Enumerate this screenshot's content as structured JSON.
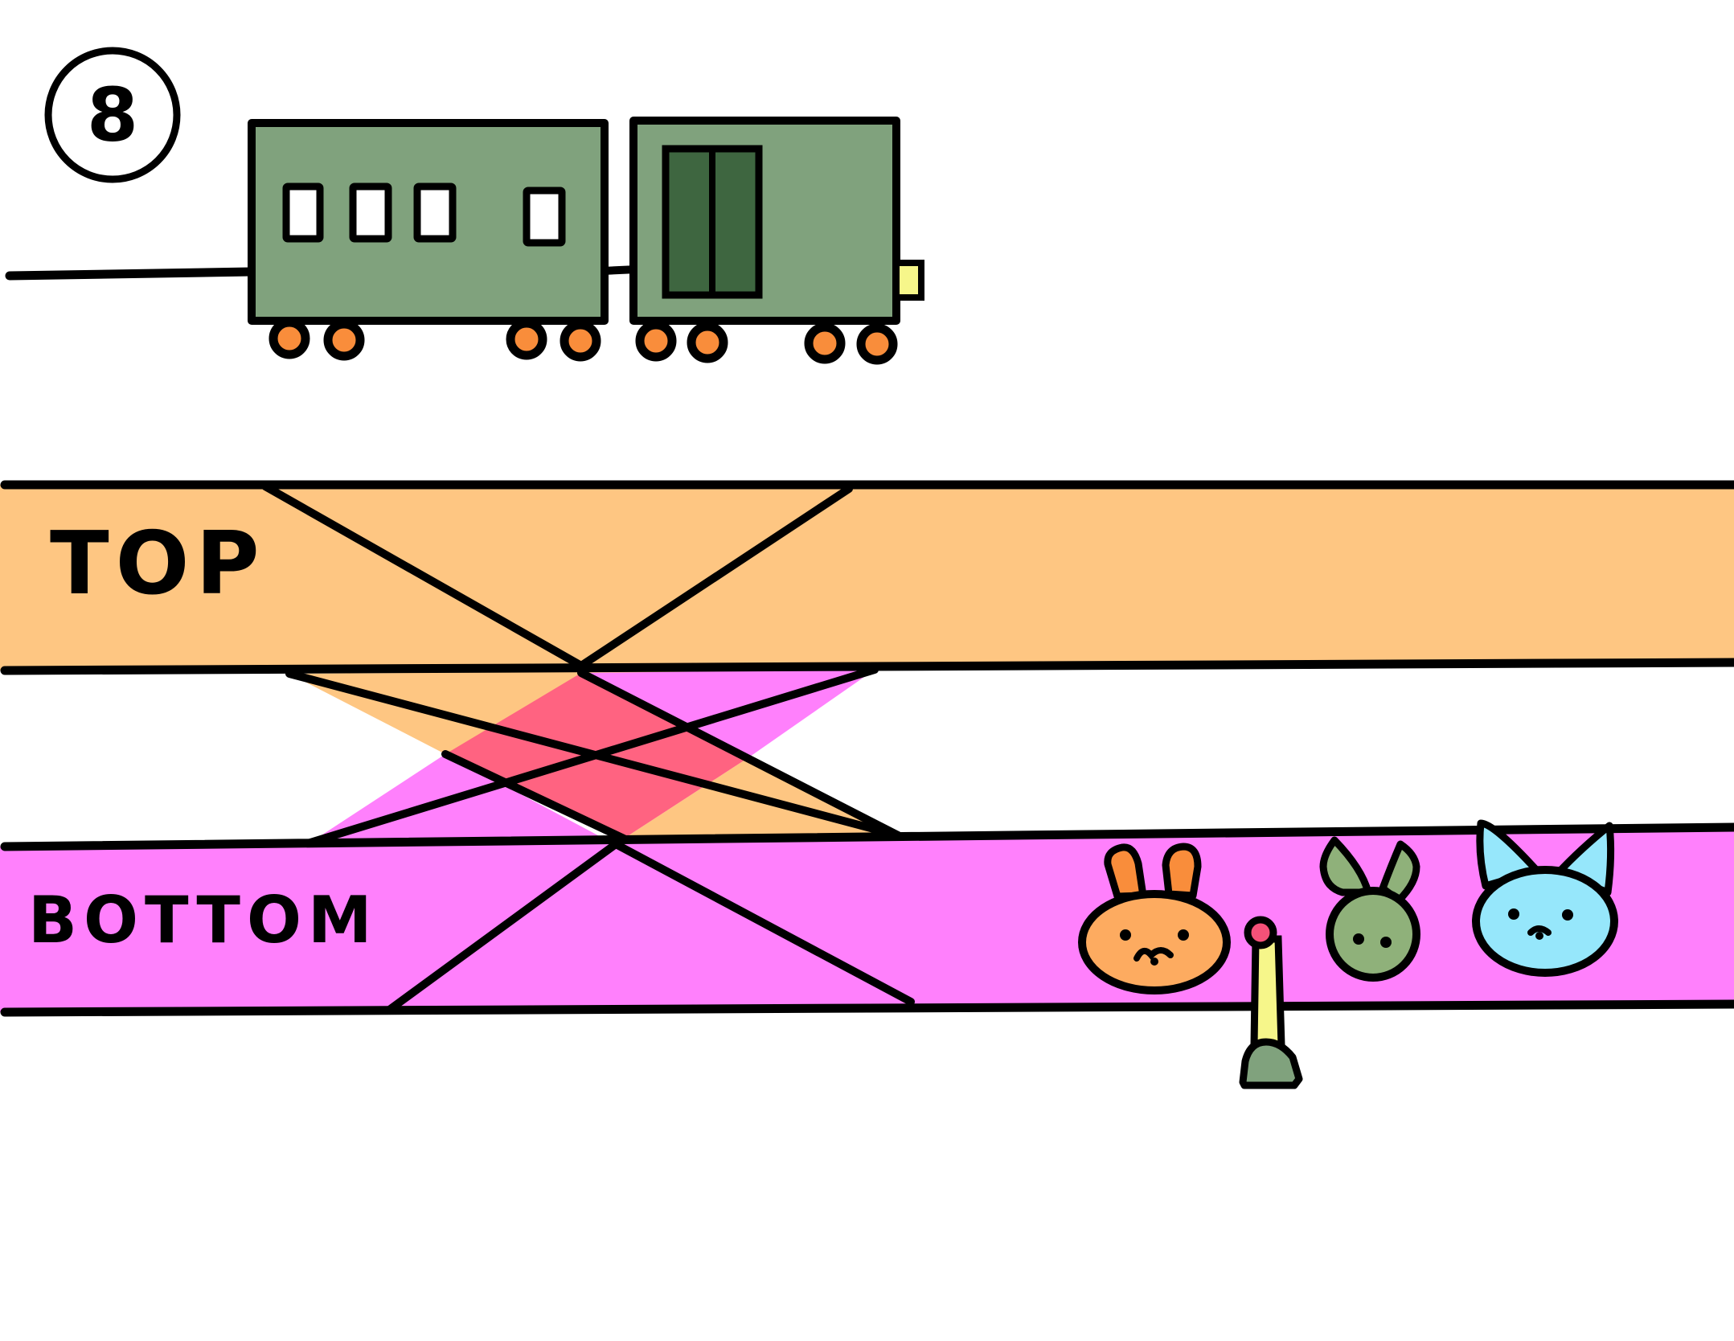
{
  "step_number": "8",
  "labels": {
    "top": "TOP",
    "bottom": "BOTTOM"
  },
  "colors": {
    "outline": "#000000",
    "top_band": "#fec682",
    "bottom_band": "#ff80fc",
    "overlap": "#ff6381",
    "train_body": "#80a27d",
    "train_door": "#3e6640",
    "wheel_hub": "#f98d3b",
    "headlight": "#f6f68a",
    "rabbit_face": "#fdab60",
    "rabbit_ears": "#f98d3b",
    "green_creature": "#8fb17a",
    "cat_face": "#96e7fb",
    "lever_knob": "#f55178",
    "lever_base": "#80a27d"
  },
  "icons": [
    "step-badge",
    "train",
    "rabbit",
    "lever",
    "green-creature",
    "cat"
  ]
}
